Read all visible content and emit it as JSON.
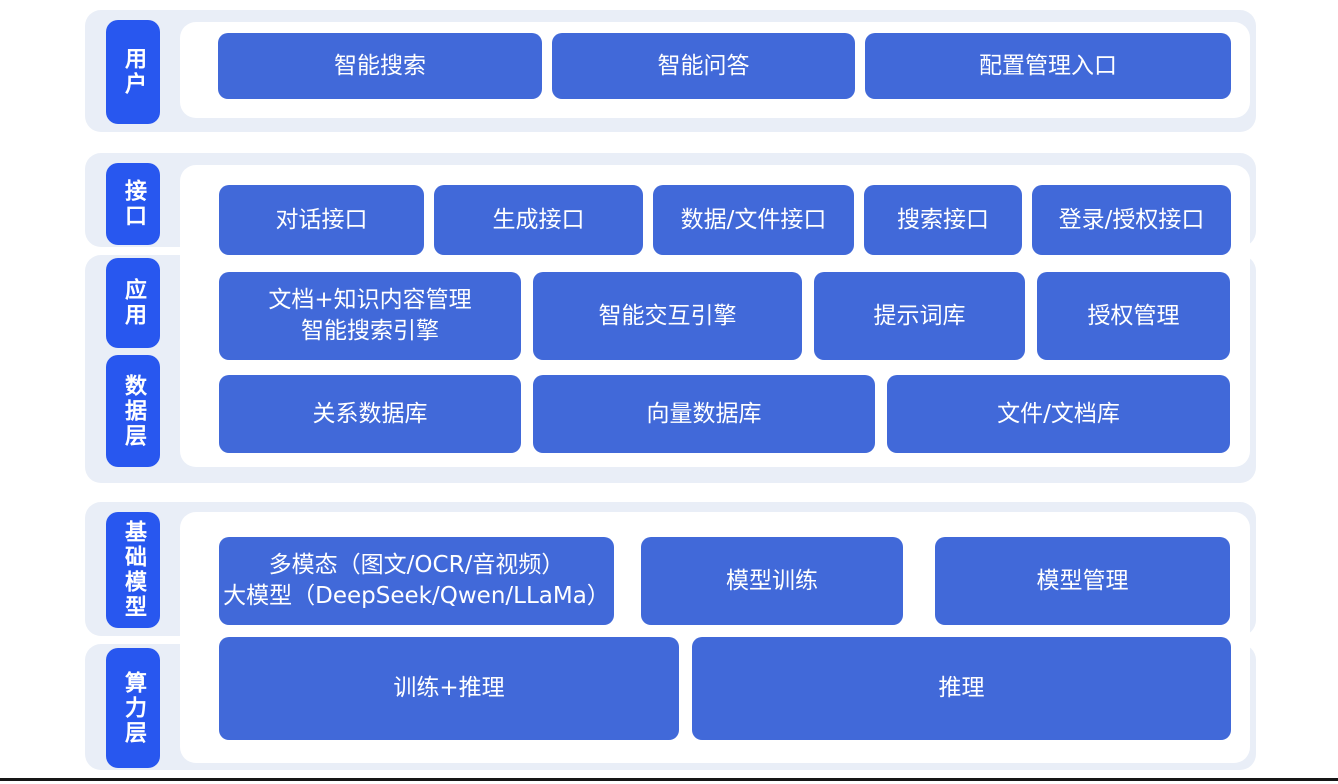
{
  "diagram": {
    "layers": [
      {
        "id": "user",
        "tab_label": "用户",
        "nodes": [
          "智能搜索",
          "智能问答",
          "配置管理入口"
        ]
      },
      {
        "id": "interface",
        "tab_label": "接口",
        "nodes": [
          "对话接口",
          "生成接口",
          "数据/文件接口",
          "搜索接口",
          "登录/授权接口"
        ]
      },
      {
        "id": "application",
        "tab_label": "应用",
        "nodes": [
          [
            "文档+知识内容管理",
            "智能搜索引擎"
          ],
          "智能交互引擎",
          "提示词库",
          "授权管理"
        ]
      },
      {
        "id": "data-layer",
        "tab_label": "数据层",
        "nodes": [
          "关系数据库",
          "向量数据库",
          "文件/文档库"
        ]
      },
      {
        "id": "foundation-model",
        "tab_label": "基础模型",
        "nodes": [
          [
            "多模态（图文/OCR/音视频）",
            "大模型（DeepSeek/Qwen/LLaMa）"
          ],
          "模型训练",
          "模型管理"
        ]
      },
      {
        "id": "compute-layer",
        "tab_label": "算力层",
        "nodes": [
          "训练+推理",
          "推理"
        ]
      }
    ],
    "colors": {
      "section_background": "#e9eef7",
      "tab_blue": "#2857ef",
      "node_blue": "#4169d9",
      "panel_white": "#ffffff",
      "text_white": "#ffffff",
      "bottom_rule": "#161616"
    }
  }
}
